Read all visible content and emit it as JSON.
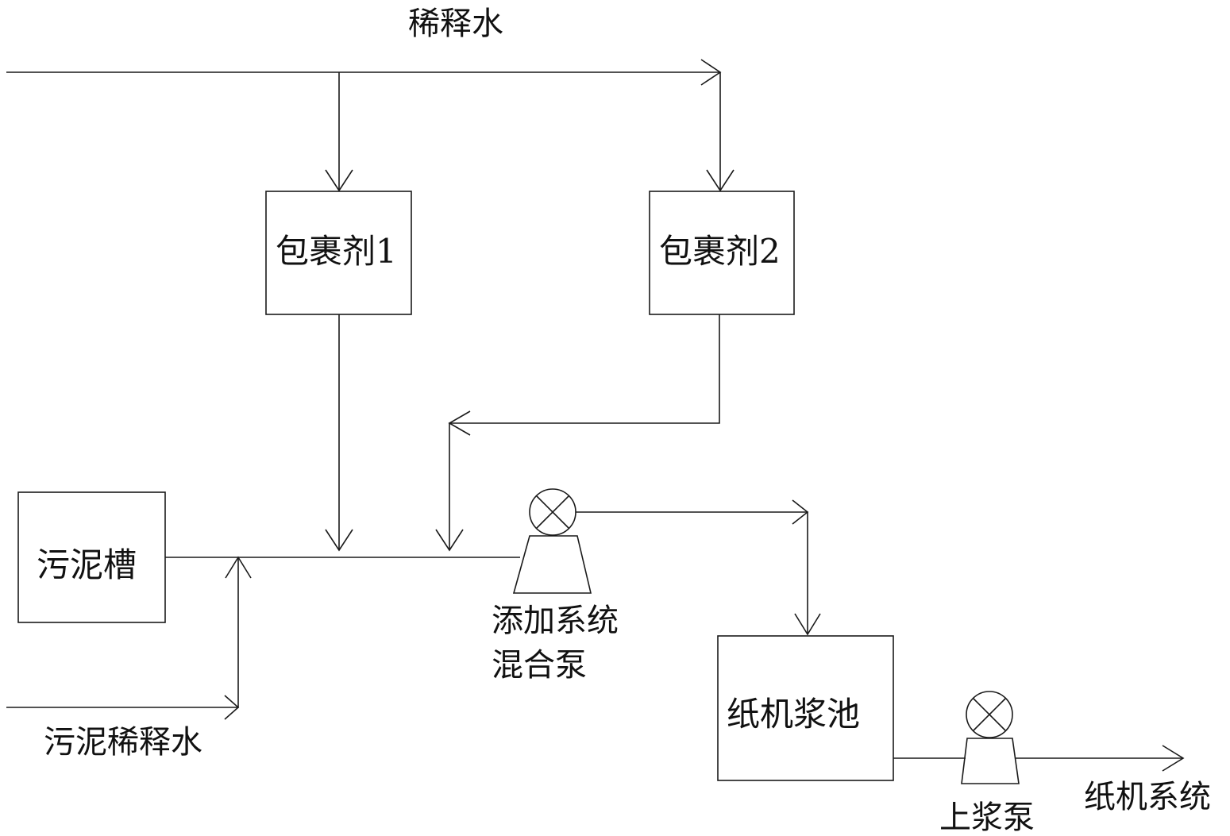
{
  "labels": {
    "dilution_water": "稀释水",
    "coating_agent_1": "包裹剂1",
    "coating_agent_2": "包裹剂2",
    "sludge_tank": "污泥槽",
    "sludge_dilution_water": "污泥稀释水",
    "mixing_pump_line1": "添加系统",
    "mixing_pump_line2": "混合泵",
    "paper_machine_chest": "纸机浆池",
    "feed_pump": "上浆泵",
    "paper_machine_system": "纸机系统"
  },
  "colors": {
    "stroke": "#1a1a1a",
    "text": "#111111",
    "background": "#ffffff"
  }
}
